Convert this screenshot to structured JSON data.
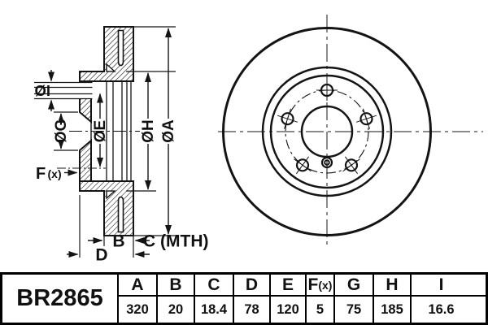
{
  "part_number": "BR2865",
  "spec_table": {
    "columns": [
      "A",
      "B",
      "C",
      "D",
      "E",
      "F(x)",
      "G",
      "H",
      "I"
    ],
    "values": [
      "320",
      "20",
      "18.4",
      "78",
      "120",
      "5",
      "75",
      "185",
      "16.6"
    ],
    "f_header_main": "F",
    "f_header_suffix": "(x)"
  },
  "dimension_labels": {
    "dia_i": "ØI",
    "dia_g": "ØG",
    "dia_e": "ØE",
    "dia_h": "ØH",
    "dia_a": "ØA",
    "f_main": "F",
    "f_suffix": "(x)",
    "b": "B",
    "c_mth": "C (MTH)",
    "d": "D"
  },
  "front_view": {
    "bolt_hole_count": 5
  },
  "colors": {
    "ink": "#111111",
    "line": "#141414",
    "background": "#ffffff"
  }
}
